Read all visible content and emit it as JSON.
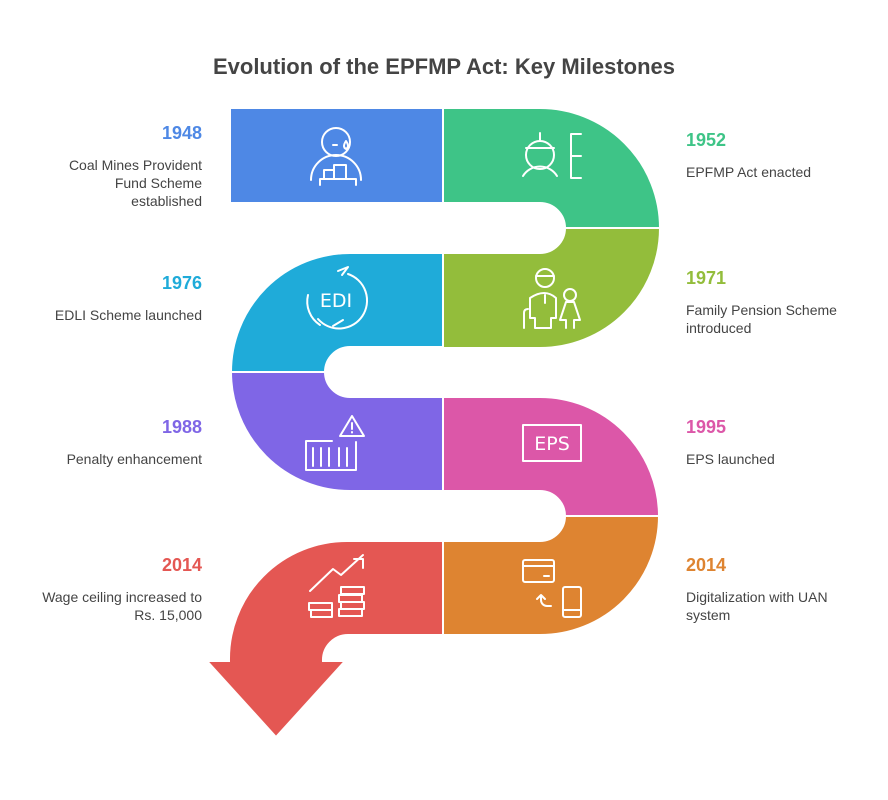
{
  "title": "Evolution of the EPFMP Act: Key Milestones",
  "milestones": [
    {
      "year": "1948",
      "desc": "Coal Mines Provident Fund Scheme established",
      "color": "#4E88E5",
      "icon": "worker-boxes-icon"
    },
    {
      "year": "1952",
      "desc": "EPFMP Act enacted",
      "color": "#3EC487",
      "icon": "worker-law-icon"
    },
    {
      "year": "1971",
      "desc": "Family Pension Scheme introduced",
      "color": "#93BD3B",
      "icon": "family-icon"
    },
    {
      "year": "1976",
      "desc": "EDLI Scheme launched",
      "color": "#1FABD9",
      "icon": "edli-cycle-icon",
      "icon_text": "EDI"
    },
    {
      "year": "1988",
      "desc": "Penalty enhancement",
      "color": "#7F66E6",
      "icon": "warning-fence-icon"
    },
    {
      "year": "1995",
      "desc": "EPS launched",
      "color": "#DC57A8",
      "icon": "eps-sign-icon",
      "icon_text": "EPS"
    },
    {
      "year": "2014",
      "desc": "Digitalization with UAN system",
      "color": "#DE8431",
      "icon": "card-phone-icon"
    },
    {
      "year": "2014",
      "desc": "Wage ceiling increased to Rs. 15,000",
      "color": "#E45753",
      "icon": "growth-coins-icon"
    }
  ]
}
